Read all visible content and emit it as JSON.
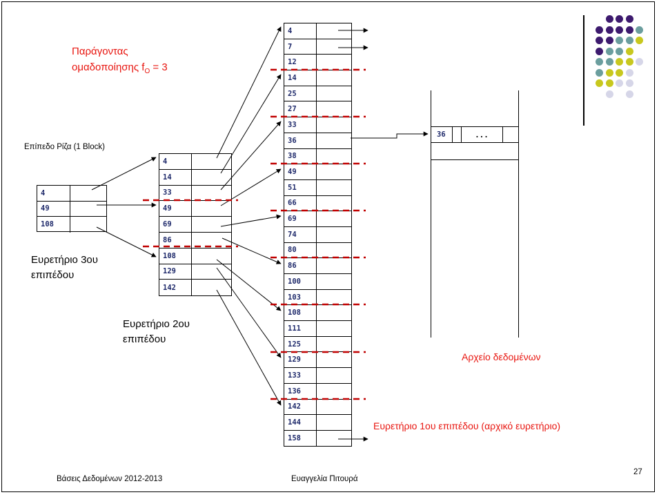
{
  "title_line1": "Παράγοντας",
  "title_line2_prefix": "ομαδοποίησης f",
  "title_line2_sub": "O",
  "title_line2_suffix": " = 3",
  "root_label": "Επίπεδο Ρίζα (1 Block)",
  "level3_label_1": "Ευρετήριο 3ου",
  "level3_label_2": "επιπέδου",
  "level2_label_1": "Ευρετήριο 2ου",
  "level2_label_2": "επιπέδου",
  "level1_label": "Ευρετήριο 1ου επιπέδου (αρχικό ευρετήριο)",
  "data_file_label": "Αρχείο δεδομένων",
  "root_keys": [
    "4",
    "49",
    "108"
  ],
  "level2_keys": [
    "4",
    "14",
    "33",
    "49",
    "69",
    "86",
    "108",
    "129",
    "142"
  ],
  "level1_keys": [
    "4",
    "7",
    "12",
    "14",
    "25",
    "27",
    "33",
    "36",
    "38",
    "49",
    "51",
    "66",
    "69",
    "74",
    "80",
    "86",
    "100",
    "103",
    "108",
    "111",
    "125",
    "129",
    "133",
    "136",
    "142",
    "144",
    "158"
  ],
  "data_record_key": "36",
  "data_record_more": "...",
  "footer_left": "Βάσεις Δεδομένων 2012-2013",
  "footer_center": "Ευαγγελία Πιτουρά",
  "page_number": "27",
  "colors": {
    "accent_red": "#e8150f",
    "key_blue": "#1f2a6b",
    "dash_red": "#c00000",
    "logo_purple": "#3d1a6e",
    "logo_teal": "#6b9e9e",
    "logo_yellow": "#c8c81e",
    "logo_lavender": "#d6d6e8"
  }
}
